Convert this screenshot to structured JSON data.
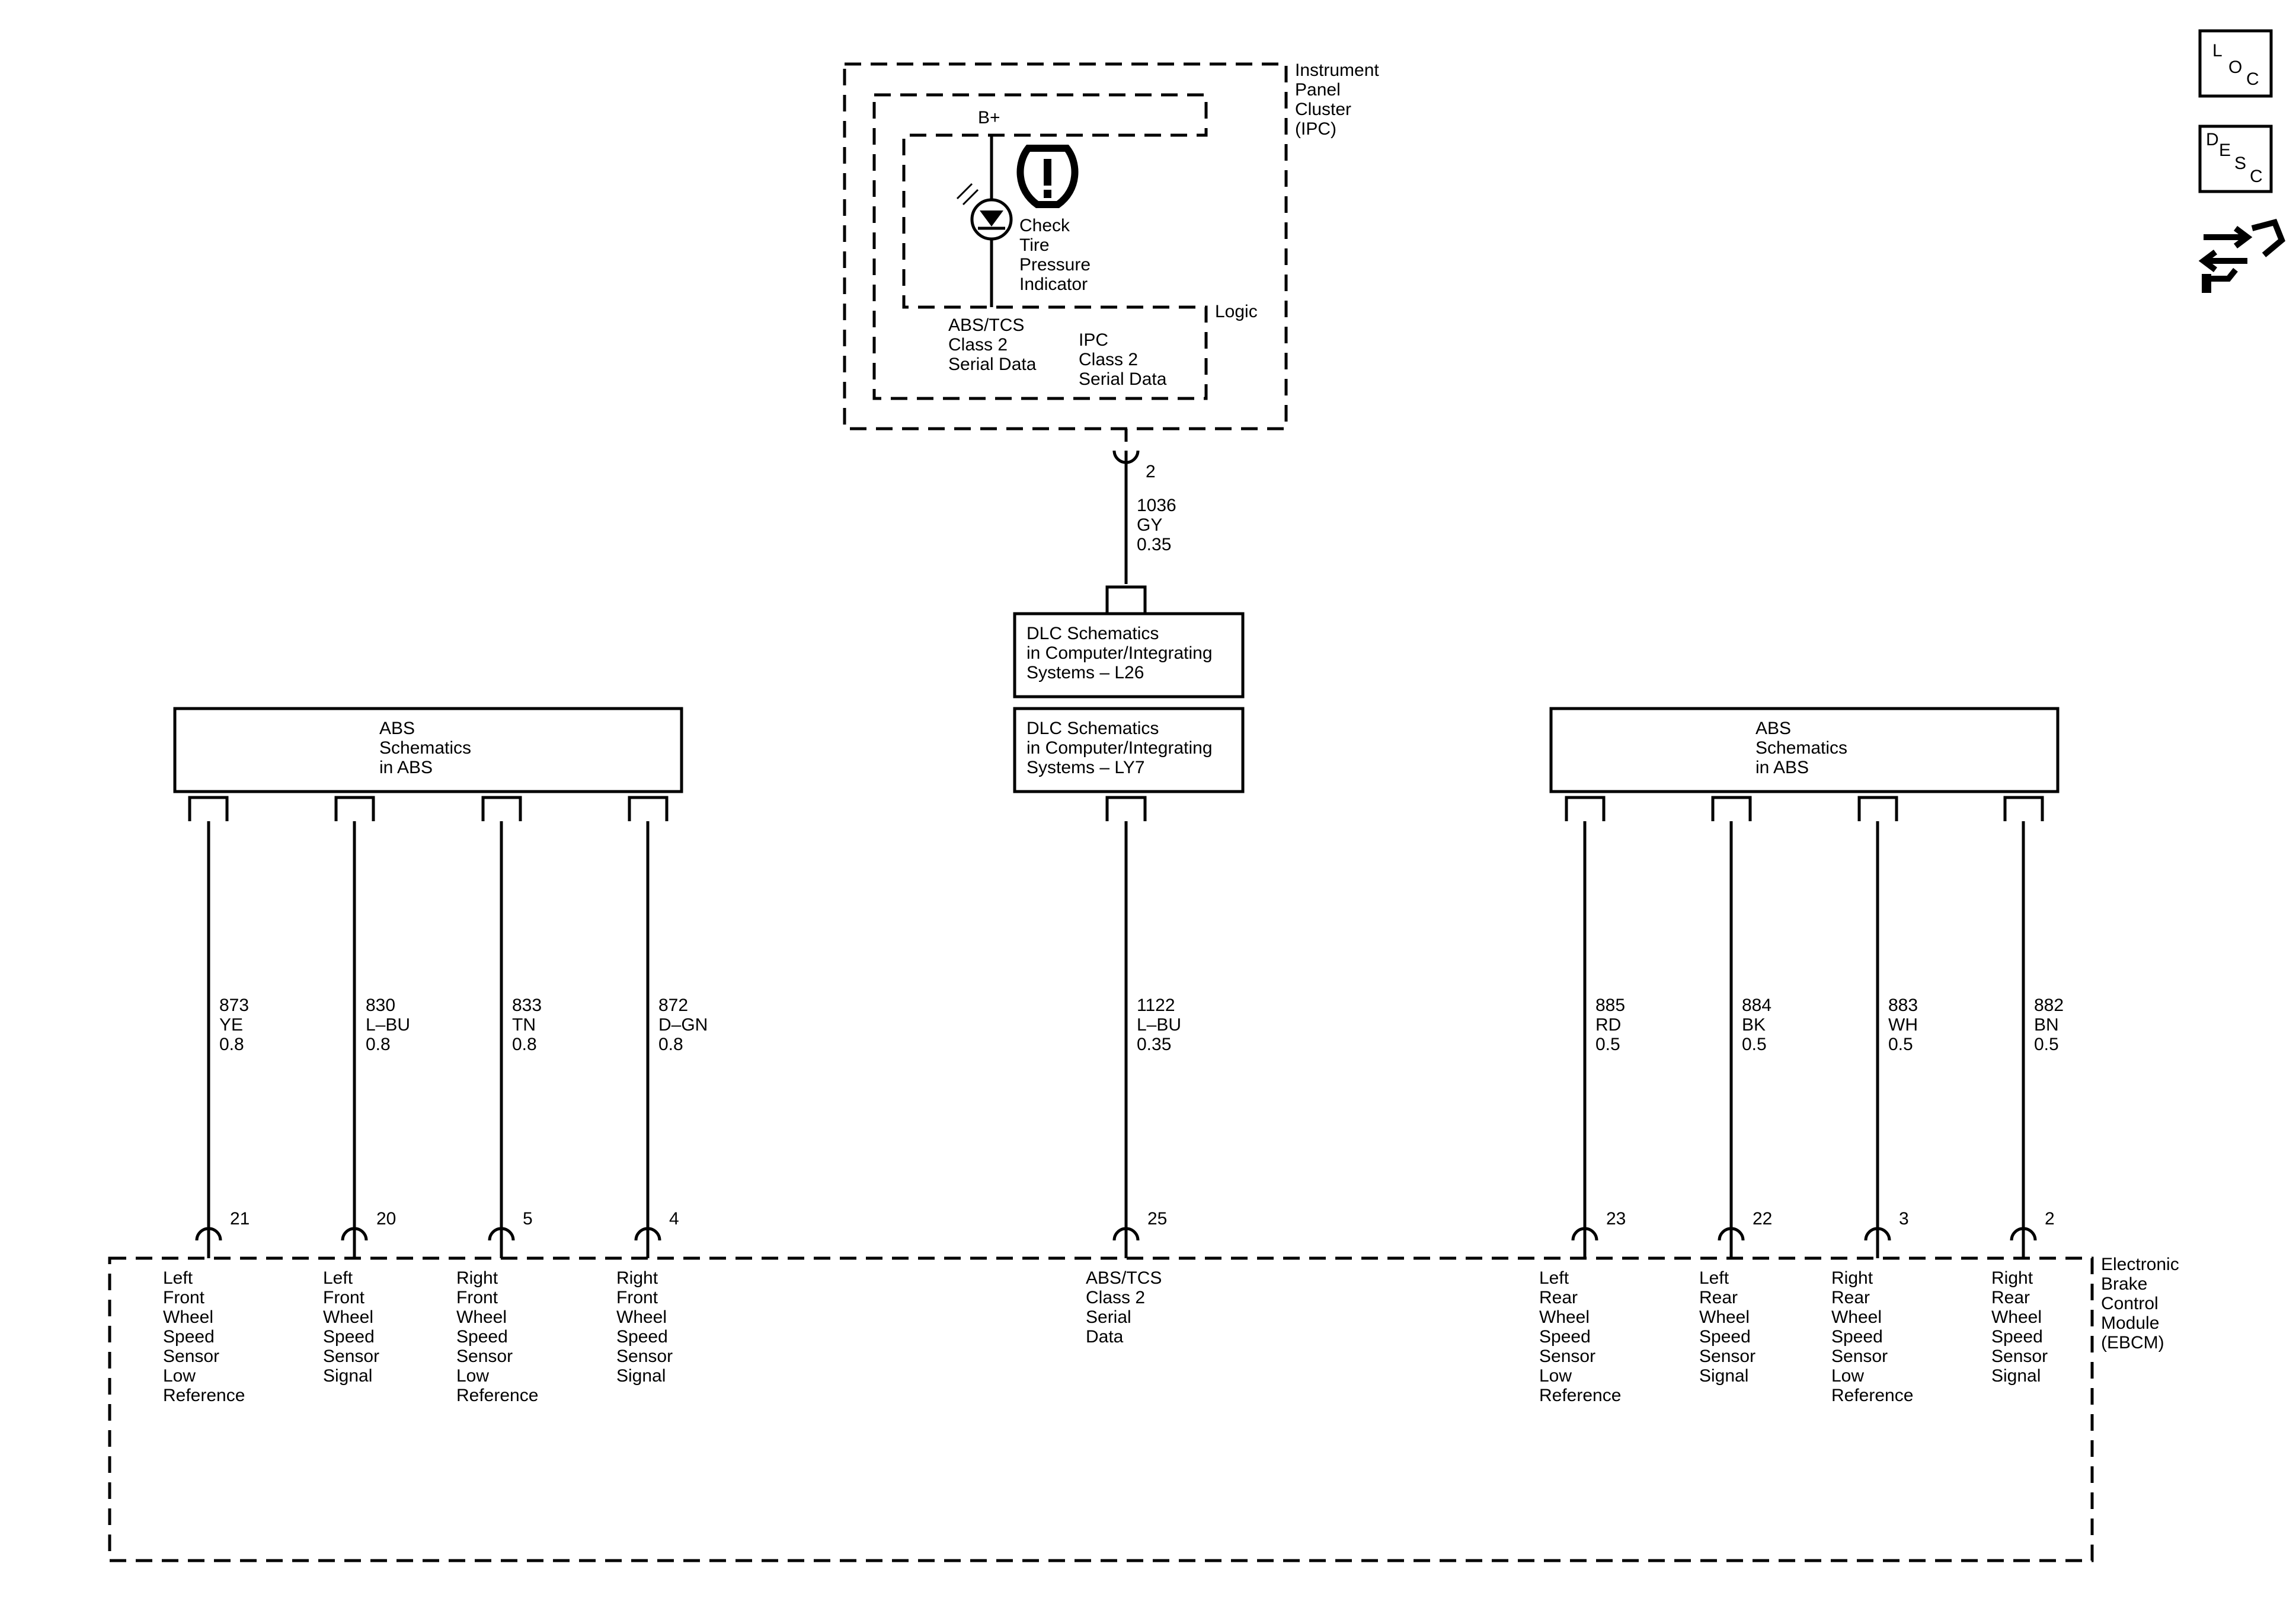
{
  "ipc": {
    "name": [
      "Instrument",
      "Panel",
      "Cluster",
      "(IPC)"
    ],
    "bplus": "B+",
    "indicator": [
      "Check",
      "Tire",
      "Pressure",
      "Indicator"
    ],
    "logic": "Logic",
    "abs_serial": [
      "ABS/TCS",
      "Class 2",
      "Serial Data"
    ],
    "ipc_serial": [
      "IPC",
      "Class 2",
      "Serial Data"
    ],
    "pin": "2"
  },
  "center_wire_top": {
    "circuit": "1036",
    "color": "GY",
    "size": "0.35"
  },
  "dlc_boxes": [
    {
      "lines": [
        "DLC Schematics",
        "in Computer/Integrating",
        "Systems – L26"
      ]
    },
    {
      "lines": [
        "DLC Schematics",
        "in Computer/Integrating",
        "Systems – LY7"
      ]
    }
  ],
  "abs_boxes": [
    {
      "lines": [
        "ABS",
        "Schematics",
        "in ABS"
      ]
    },
    {
      "lines": [
        "ABS",
        "Schematics",
        "in ABS"
      ]
    }
  ],
  "wires": [
    {
      "circuit": "873",
      "color": "YE",
      "size": "0.8",
      "pin": "21",
      "desc": [
        "Left",
        "Front",
        "Wheel",
        "Speed",
        "Sensor",
        "Low",
        "Reference"
      ]
    },
    {
      "circuit": "830",
      "color": "L–BU",
      "size": "0.8",
      "pin": "20",
      "desc": [
        "Left",
        "Front",
        "Wheel",
        "Speed",
        "Sensor",
        "Signal"
      ]
    },
    {
      "circuit": "833",
      "color": "TN",
      "size": "0.8",
      "pin": "5",
      "desc": [
        "Right",
        "Front",
        "Wheel",
        "Speed",
        "Sensor",
        "Low",
        "Reference"
      ]
    },
    {
      "circuit": "872",
      "color": "D–GN",
      "size": "0.8",
      "pin": "4",
      "desc": [
        "Right",
        "Front",
        "Wheel",
        "Speed",
        "Sensor",
        "Signal"
      ]
    },
    {
      "circuit": "1122",
      "color": "L–BU",
      "size": "0.35",
      "pin": "25",
      "desc": [
        "ABS/TCS",
        "Class 2",
        "Serial",
        "Data"
      ]
    },
    {
      "circuit": "885",
      "color": "RD",
      "size": "0.5",
      "pin": "23",
      "desc": [
        "Left",
        "Rear",
        "Wheel",
        "Speed",
        "Sensor",
        "Low",
        "Reference"
      ]
    },
    {
      "circuit": "884",
      "color": "BK",
      "size": "0.5",
      "pin": "22",
      "desc": [
        "Left",
        "Rear",
        "Wheel",
        "Speed",
        "Sensor",
        "Signal"
      ]
    },
    {
      "circuit": "883",
      "color": "WH",
      "size": "0.5",
      "pin": "3",
      "desc": [
        "Right",
        "Rear",
        "Wheel",
        "Speed",
        "Sensor",
        "Low",
        "Reference"
      ]
    },
    {
      "circuit": "882",
      "color": "BN",
      "size": "0.5",
      "pin": "2",
      "desc": [
        "Right",
        "Rear",
        "Wheel",
        "Speed",
        "Sensor",
        "Signal"
      ]
    }
  ],
  "ebcm": {
    "name": [
      "Electronic",
      "Brake",
      "Control",
      "Module",
      "(EBCM)"
    ]
  },
  "side_icons": {
    "loc": [
      "L",
      "O",
      "C"
    ],
    "desc": [
      "D",
      "E",
      "S",
      "C"
    ],
    "third": "connector-arrows-icon"
  }
}
